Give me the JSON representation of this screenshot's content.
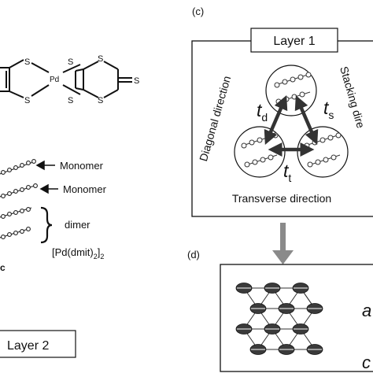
{
  "structure": {
    "atoms": {
      "s1": "S",
      "s2": "S",
      "pd": "Pd",
      "s3": "S",
      "s4": "S",
      "s5": "S",
      "s6": "S",
      "s7": "S"
    }
  },
  "stack": {
    "monomer1": "Monomer",
    "monomer2": "Monomer",
    "dimer": "dimer",
    "formula_main": "[Pd(dmit)",
    "formula_sub1": "2",
    "formula_close": "]",
    "formula_sub2": "2",
    "edge_letter": "c"
  },
  "layer2_label": "Layer 2",
  "panel_c": {
    "label": "(c)",
    "title": "Layer 1",
    "diagonal": "Diagonal direction",
    "stacking": "Stacking dire",
    "transverse": "Transverse direction",
    "td_main": "t",
    "td_sub": "d",
    "ts_main": "t",
    "ts_sub": "s",
    "tt_main": "t",
    "tt_sub": "t"
  },
  "panel_d": {
    "label": "(d)",
    "axis_a": "a",
    "axis_c": "c"
  },
  "colors": {
    "line": "#111111",
    "arrow_gray": "#8a8a8a",
    "ellipse_fill": "#3a3a3a"
  }
}
